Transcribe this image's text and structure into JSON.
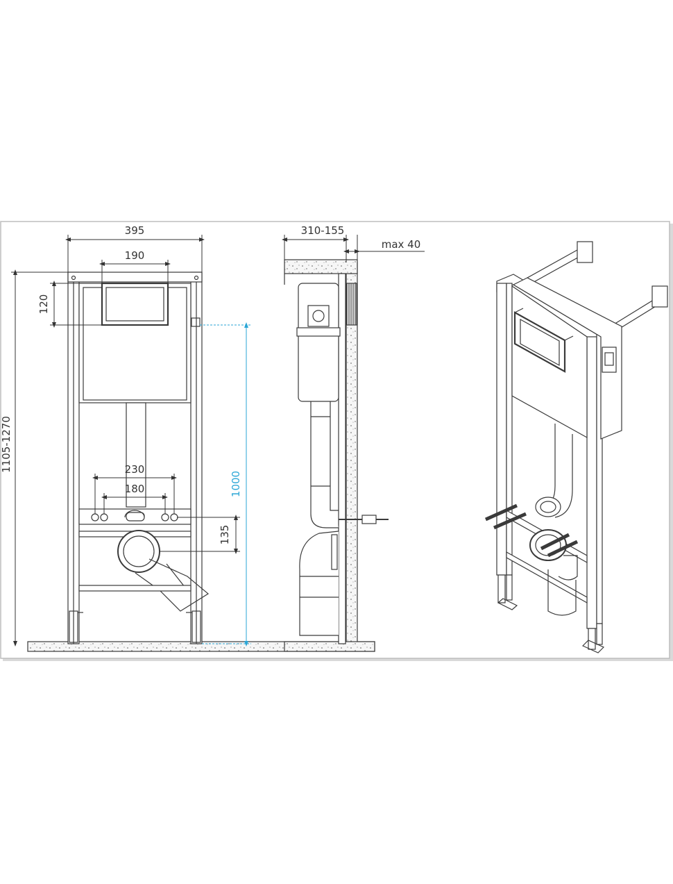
{
  "dimensions": {
    "total_width": "395",
    "plate_width": "190",
    "plate_height": "120",
    "bolt_outer": "230",
    "bolt_inner": "180",
    "outlet_height": "135",
    "height_1000": "1000",
    "total_height": "1105-1270",
    "depth": "310-155",
    "max_wall": "max 40"
  },
  "colors": {
    "line": "#3a3a3a",
    "accent": "#2aa6d6",
    "frame_shadow": "#c8c8c8",
    "floor_fill": "#f4f4f4"
  }
}
